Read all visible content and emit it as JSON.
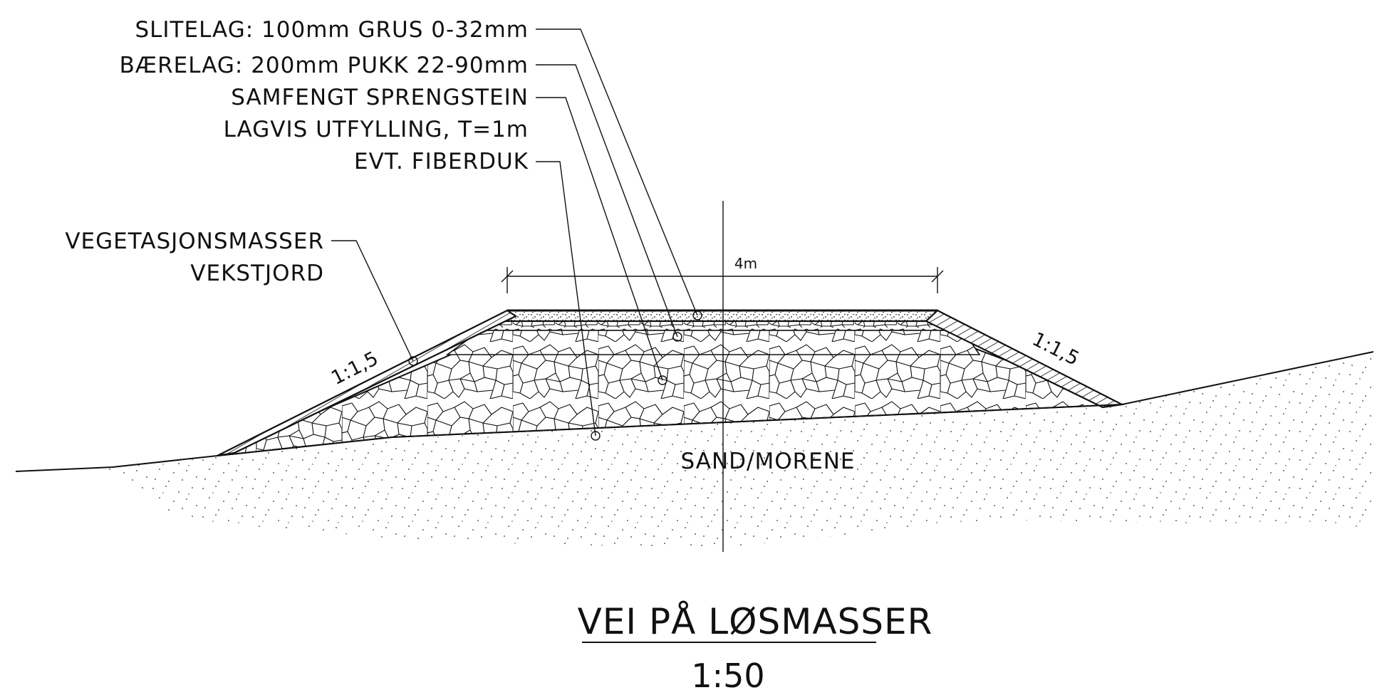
{
  "labels": {
    "slitelag": "SLITELAG: 100mm GRUS 0-32mm",
    "baerelag": "BÆRELAG: 200mm PUKK 22-90mm",
    "samfengt": "SAMFENGT SPRENGSTEIN",
    "lagvis": "LAGVIS UTFYLLING, T=1m",
    "fiberduk": "EVT. FIBERDUK",
    "vegetasjon": "VEGETASJONSMASSER",
    "vekstjord": "VEKSTJORD",
    "sand": "SAND/MORENE"
  },
  "dimension": {
    "width_label": "4m"
  },
  "slopes": {
    "left": "1:1,5",
    "right": "1:1,5"
  },
  "title": {
    "text": "VEI PÅ LØSMASSER",
    "scale": "1:50"
  }
}
